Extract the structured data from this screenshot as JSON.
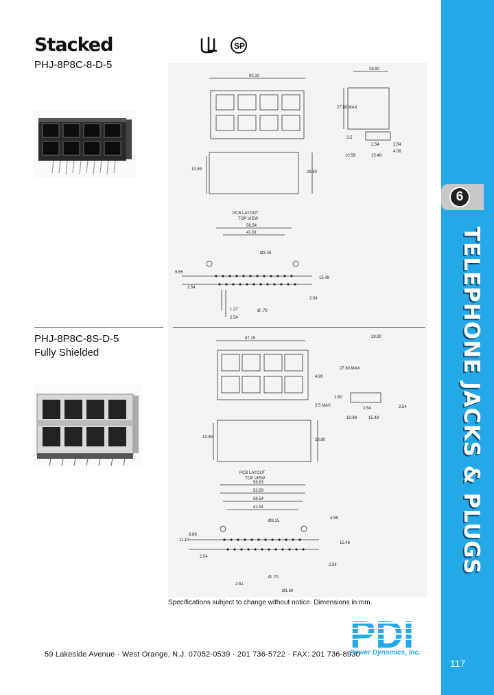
{
  "header": {
    "title": "Stacked",
    "part_number_1": "PHJ-8P8C-8-D-5",
    "part_number_2": "PHJ-8P8C-8S-D-5",
    "part_2_variant": "Fully Shielded"
  },
  "certifications": {
    "ul_mark": "UL",
    "csa_mark": "SP"
  },
  "drawing1": {
    "dims": {
      "width_top": "93.10",
      "depth": "28.90",
      "height_max": "27.80 MAX",
      "d_3_5": "3.5",
      "d_2_54a": "2.54",
      "d_2_54b": "2.54",
      "d_4_06": "4.06",
      "d_10_59": "10.59",
      "d_15_48": "15.48",
      "d_10_89": "10.89",
      "d_28_50": "28.50"
    },
    "pcb_title": "PCB LAYOUT",
    "pcb_sub": "TOP VIEW",
    "pcb_dims": {
      "w1": "58.54",
      "w2": "41.91",
      "hole": "Ø3.25",
      "d_9_65": "9.65",
      "d_2_54": "2.54",
      "d_15_49": "15.49",
      "d_2_54b": "2.54",
      "d_1_27": "1.27",
      "d_2_54c": "2.54",
      "pin_dia": "Ø .70"
    }
  },
  "drawing2": {
    "dims": {
      "width_top": "67.15",
      "depth": "28.90",
      "height_max": "27.80 MAX",
      "shield_dim": "4.90",
      "d_3_5_max": "3.5 MAX",
      "d_1_50": "1.50",
      "d_2_54a": "2.54",
      "d_2_54b": "2.54",
      "d_10_89": "10.89",
      "d_15_48": "15.48",
      "d_10_89b": "10.89",
      "d_28_90": "28.90"
    },
    "pcb_title": "PCB LAYOUT",
    "pcb_sub": "TOP VIEW",
    "pcb_dims": {
      "w1": "56.63",
      "w2": "53.59",
      "w3": "58.54",
      "w4": "41.91",
      "hole": "Ø3.25",
      "d_4_55": "4.55",
      "d_8_89": "8.89",
      "d_11_10": "11.10",
      "d_2_54": "2.54",
      "d_15_48": "15.48",
      "d_2_54b": "2.54",
      "pin_dia": "Ø .70",
      "d_2_51": "2.51",
      "d_1_80": "Ø1.80"
    }
  },
  "footer": {
    "note": "Specifications subject to change without notice. Dimensions in mm.",
    "address": "59 Lakeside Avenue · West Orange, N.J. 07052-0539 · 201 736-5722 · FAX: 201 736-8930",
    "logo_text": "PDI",
    "logo_sub": "Power Dynamics, Inc.",
    "page_number": "117"
  },
  "side_band": {
    "section_number": "6",
    "title": "TELEPHONE JACKS & PLUGS"
  },
  "colors": {
    "band": "#23a9e7",
    "tab": "#c8c8c8"
  }
}
